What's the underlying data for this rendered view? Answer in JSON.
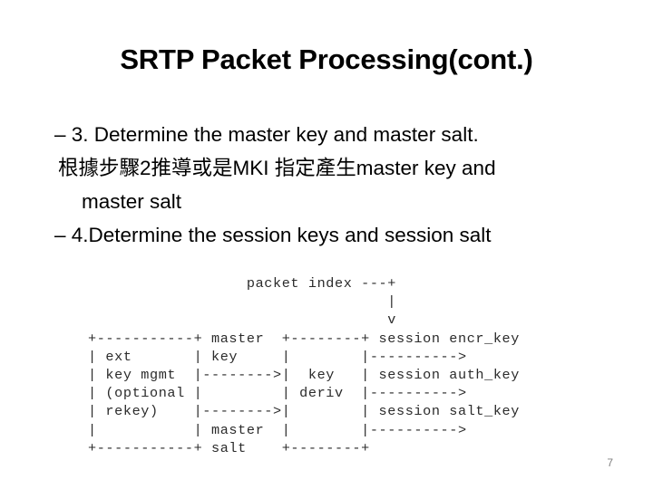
{
  "slide": {
    "title": "SRTP Packet Processing(cont.)",
    "page_number": "7",
    "body_lines": [
      "– 3. Determine the master key and master salt.",
      "根據步驟2推導或是MKI 指定產生master key and",
      "master salt",
      "– 4.Determine the session keys and session salt"
    ],
    "ascii_diagram": "                  packet index ---+\n                                  |\n                                  v\n+-----------+ master  +--------+ session encr_key\n| ext       | key     |        |---------->\n| key mgmt  |-------->|  key   | session auth_key\n| (optional |         | deriv  |---------->\n| rekey)    |-------->|        | session salt_key\n|           | master  |        |---------->\n+-----------+ salt    +--------+",
    "colors": {
      "background": "#ffffff",
      "text": "#000000",
      "ascii_text": "#2b2b2b",
      "page_number": "#808080"
    }
  }
}
